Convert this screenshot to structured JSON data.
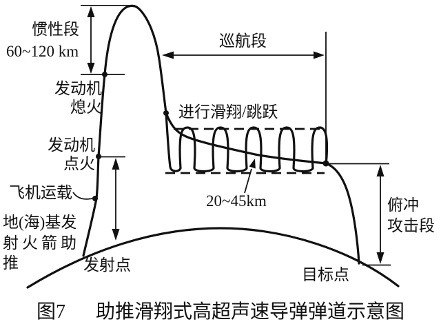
{
  "colors": {
    "ink": "#111111",
    "background": "#ffffff"
  },
  "labels": {
    "inertial_segment": "惯性段",
    "inertial_altitude": "60~120 km",
    "engine_shutdown": [
      "发动机",
      "熄火"
    ],
    "engine_ignition": [
      "发动机",
      "点火"
    ],
    "aircraft_carriage": "飞机运载",
    "ground_sea_boost": [
      "地(海)基发",
      "射火箭助",
      "推"
    ],
    "launch_point": "发射点",
    "cruise_segment": "巡航段",
    "glide_skip": "进行滑翔/跳跃",
    "skip_altitude": "20~45km",
    "dive_attack": [
      "俯冲",
      "攻击段"
    ],
    "target_point": "目标点"
  },
  "caption": {
    "number": "图7",
    "title": "助推滑翔式高超声速导弹弹道示意图"
  }
}
